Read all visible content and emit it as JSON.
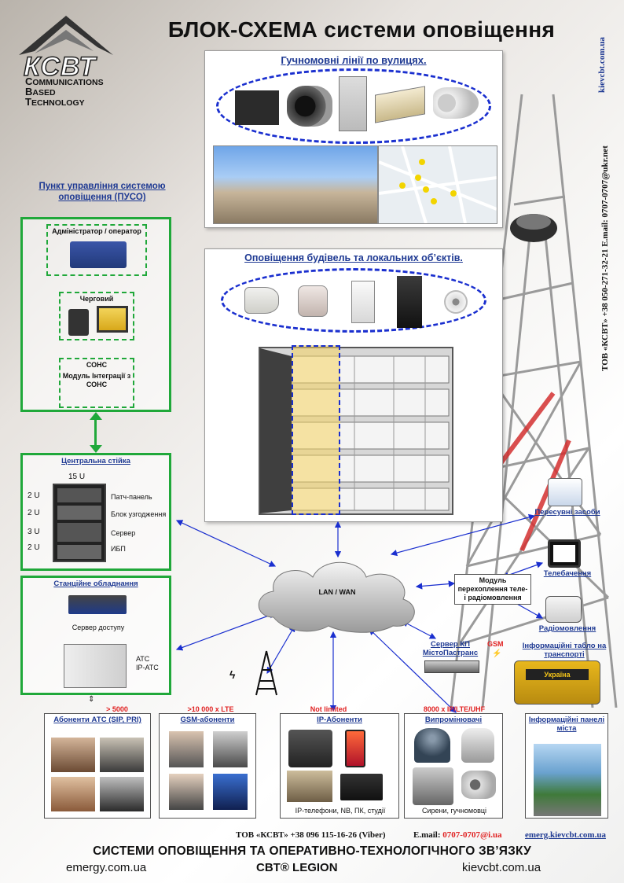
{
  "title": "БЛОК-СХЕМА системи оповіщення",
  "logo": {
    "name": "КСВТ",
    "line1_cap": "C",
    "line1": "OMMUNICATIONS",
    "line2_cap": "B",
    "line2": "ASED",
    "line3_cap": "T",
    "line3": "ECHNOLOGY"
  },
  "side": {
    "site": "kievcbt.com.ua",
    "contacts": "ТОВ «КСВТ» +38 050-271-32-21  E.mail: 0707-0707@ukr.net"
  },
  "streets": {
    "title": "Гучномовні лінії по вулицях."
  },
  "buildings": {
    "title": "Оповіщення будівель та локальних об’єктів."
  },
  "puso": {
    "title": "Пункт управління системою оповіщення (ПУСО)",
    "admin": "Адміністратор / оператор",
    "duty": "Черговий",
    "sons": "СОНС",
    "sons_module": "Модуль Інтеграції з СОНС"
  },
  "rack": {
    "title": "Центральна стійка",
    "height": "15 U",
    "rows": [
      {
        "u": "2 U",
        "label": "Патч-панель"
      },
      {
        "u": "2 U",
        "label": "Блок узгодження"
      },
      {
        "u": "3 U",
        "label": "Сервер"
      },
      {
        "u": "2 U",
        "label": "ИБП"
      }
    ]
  },
  "station": {
    "title": "Станційне обладнання",
    "access": "Сервер доступу",
    "ats": "АТС",
    "ipats": "IP-АТС"
  },
  "network": {
    "label": "LAN / WAN"
  },
  "right": {
    "transport": "Пересувні засоби",
    "tv": "Телебачення",
    "module": "Модуль перехоплення теле- і радіомовлення",
    "radio": "Радіомовлення",
    "server_kp": "Сервер КП МістоПастранс",
    "gsm": "GSM",
    "info_transport": "Інформаційні табло на транспорті",
    "bus_sign": "Україна"
  },
  "bottom": {
    "limits": [
      {
        "label": "> 5000"
      },
      {
        "label": ">10 000 x LTE"
      },
      {
        "label": "Not limited"
      },
      {
        "label": "8000 x IP/LTE/UHF"
      }
    ],
    "boxes": [
      {
        "title": "Абоненти АТС (SIP, PRI)",
        "caption": ""
      },
      {
        "title": "GSM-абоненти",
        "caption": ""
      },
      {
        "title": "IP-Абоненти",
        "caption": "IP-телефони, NB, ПК, студії"
      },
      {
        "title": "Випромінювачі",
        "caption": "Сирени, гучномовці"
      },
      {
        "title": "Інформаційні панелі міста",
        "caption": ""
      }
    ]
  },
  "contacts_line": {
    "phone": "ТОВ «КСВТ» +38 096 115-16-26 (Viber)",
    "email_label": "E.mail:",
    "email": "0707-0707@i.ua",
    "site": "emerg.kievcbt.com.ua"
  },
  "footer": {
    "headline": "СИСТЕМИ ОПОВІЩЕННЯ ТА ОПЕРАТИВНО-ТЕХНОЛОГІЧНОГО ЗВ’ЯЗКУ",
    "left": "emergy.com.ua",
    "center": "CBT® LEGION",
    "right": "kievcbt.com.ua"
  },
  "colors": {
    "green": "#20a83a",
    "blue": "#1a2fcf",
    "title_blue": "#1f3a93",
    "red": "#e02020"
  }
}
